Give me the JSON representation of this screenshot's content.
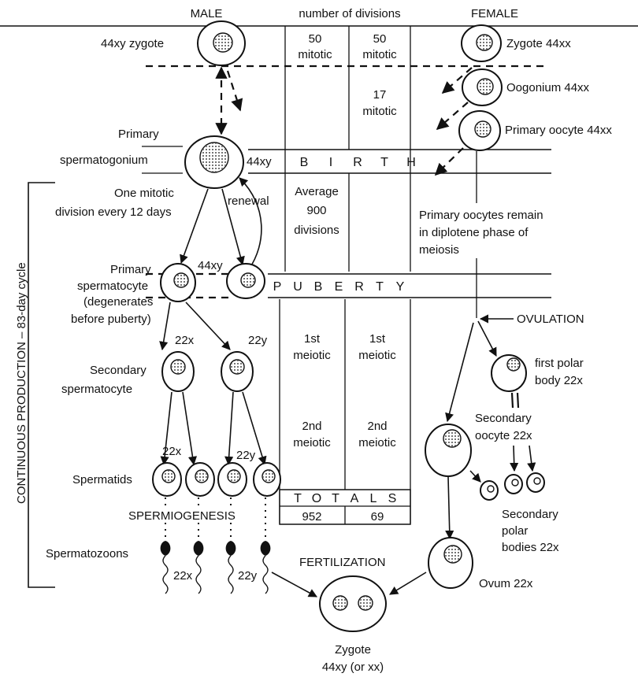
{
  "headers": {
    "male": "MALE",
    "divisions": "number of divisions",
    "female": "FEMALE"
  },
  "columns": {
    "male_top_count": "50",
    "male_top_type": "mitotic",
    "female_top_count": "50",
    "female_top_type": "mitotic",
    "female_mid_count": "17",
    "female_mid_type": "mitotic",
    "avg_line1": "Average",
    "avg_line2": "900",
    "avg_line3": "divisions",
    "male_1st": "1st",
    "male_1st_type": "meiotic",
    "female_1st": "1st",
    "female_1st_type": "meiotic",
    "male_2nd": "2nd",
    "male_2nd_type": "meiotic",
    "female_2nd": "2nd",
    "female_2nd_type": "meiotic"
  },
  "bands": {
    "birth_letters": [
      "B",
      "I",
      "R",
      "T",
      "H"
    ],
    "puberty_letters": [
      "P",
      "U",
      "B",
      "E",
      "R",
      "T",
      "Y"
    ],
    "totals_letters": [
      "T",
      "O",
      "T",
      "A",
      "L",
      "S"
    ]
  },
  "totals": {
    "male": "952",
    "female": "69"
  },
  "male": {
    "zygote": "44xy zygote",
    "primary_sg_1": "Primary",
    "primary_sg_2": "spermatogonium",
    "sg_karyotype": "44xy",
    "mitotic_1": "One mitotic",
    "mitotic_2": "division every 12 days",
    "renewal": "renewal",
    "sc_karyotype": "44xy",
    "primary_sc_1": "Primary",
    "primary_sc_2": "spermatocyte",
    "primary_sc_3": "(degenerates",
    "primary_sc_4": "before puberty)",
    "secondary_x": "22x",
    "secondary_y": "22y",
    "secondary_sc_1": "Secondary",
    "secondary_sc_2": "spermatocyte",
    "spermatid_x": "22x",
    "spermatid_y": "22y",
    "spermatids": "Spermatids",
    "spermiogenesis": "SPERMIOGENESIS",
    "spermatozoons": "Spermatozoons",
    "sperm_x": "22x",
    "sperm_y": "22y",
    "side_label": "CONTINUOUS PRODUCTION – 83-day cycle"
  },
  "female": {
    "zygote": "Zygote 44xx",
    "oogonium": "Oogonium 44xx",
    "primary_oocyte": "Primary oocyte 44xx",
    "remain_1": "Primary oocytes remain",
    "remain_2": "in diplotene phase of",
    "remain_3": "meiosis",
    "ovulation": "OVULATION",
    "polar_1": "first polar",
    "polar_2": "body 22x",
    "sec_oocyte_1": "Secondary",
    "sec_oocyte_2": "oocyte 22x",
    "sec_polar_1": "Secondary",
    "sec_polar_2": "polar",
    "sec_polar_3": "bodies 22x",
    "ovum": "Ovum 22x"
  },
  "fertilization": {
    "label": "FERTILIZATION",
    "zygote_1": "Zygote",
    "zygote_2": "44xy (or xx)"
  }
}
